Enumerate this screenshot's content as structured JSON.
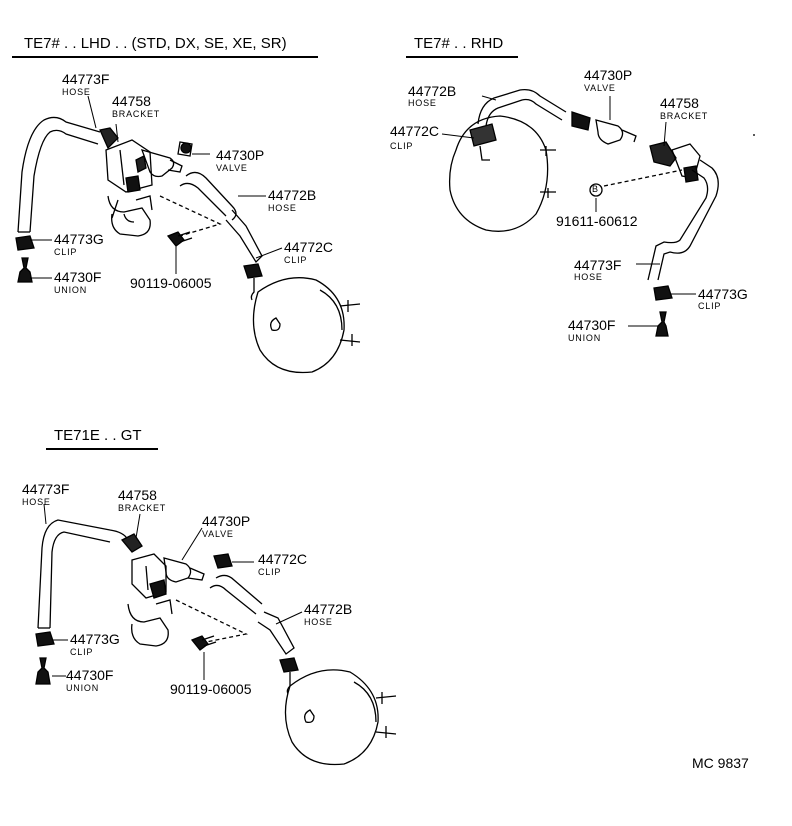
{
  "sections": [
    {
      "title": "TE7# . . LHD . . (STD, DX, SE, XE, SR)",
      "parts": [
        {
          "number": "44773F",
          "name": "HOSE"
        },
        {
          "number": "44758",
          "name": "BRACKET"
        },
        {
          "number": "44730P",
          "name": "VALVE"
        },
        {
          "number": "44772B",
          "name": "HOSE"
        },
        {
          "number": "44772C",
          "name": "CLIP"
        },
        {
          "number": "44773G",
          "name": "CLIP"
        },
        {
          "number": "44730F",
          "name": "UNION"
        },
        {
          "number": "90119-06005",
          "name": ""
        }
      ]
    },
    {
      "title": "TE7# . . RHD",
      "parts": [
        {
          "number": "44772B",
          "name": "HOSE"
        },
        {
          "number": "44730P",
          "name": "VALVE"
        },
        {
          "number": "44758",
          "name": "BRACKET"
        },
        {
          "number": "44772C",
          "name": "CLIP"
        },
        {
          "number": "91611-60612",
          "name": ""
        },
        {
          "number": "44773F",
          "name": "HOSE"
        },
        {
          "number": "44773G",
          "name": "CLIP"
        },
        {
          "number": "44730F",
          "name": "UNION"
        }
      ],
      "callout_symbol": "B"
    },
    {
      "title": "TE71E . . GT",
      "parts": [
        {
          "number": "44773F",
          "name": "HOSE"
        },
        {
          "number": "44758",
          "name": "BRACKET"
        },
        {
          "number": "44730P",
          "name": "VALVE"
        },
        {
          "number": "44772C",
          "name": "CLIP"
        },
        {
          "number": "44772B",
          "name": "HOSE"
        },
        {
          "number": "44773G",
          "name": "CLIP"
        },
        {
          "number": "44730F",
          "name": "UNION"
        },
        {
          "number": "90119-06005",
          "name": ""
        }
      ]
    }
  ],
  "figure_code": "MC 9837"
}
